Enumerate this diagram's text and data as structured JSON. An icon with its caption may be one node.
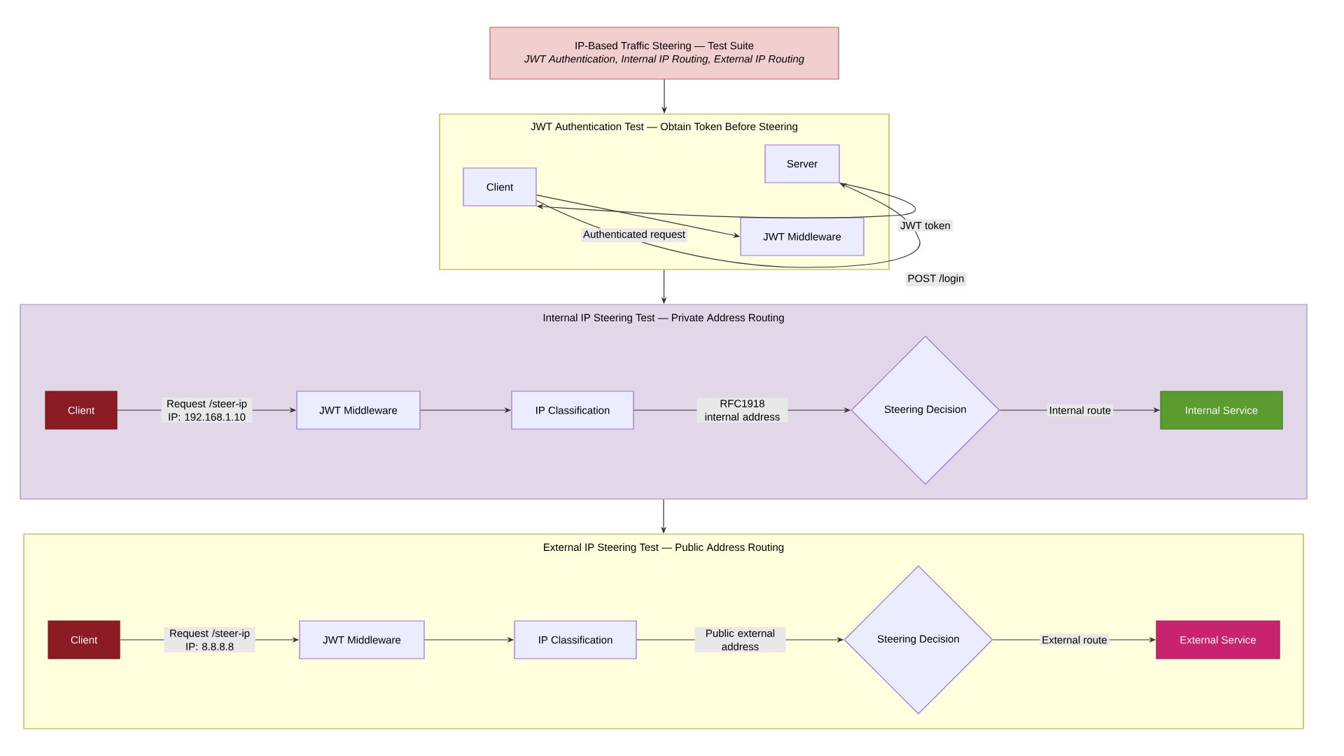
{
  "diagram": {
    "nodes": [
      {
        "text": [
          "IP-Based Traffic Steering — Test Suite",
          "JWT Authentication, Internal IP Routing, External IP Routing"
        ]
      },
      {
        "text": [
          "JWT Authentication Test — Obtain Token Before Steering"
        ]
      },
      {
        "text": [
          "Client"
        ],
        "in": 1
      },
      {
        "text": [
          "Server"
        ],
        "in": 1
      },
      {
        "text": [
          "JWT Middleware"
        ],
        "in": 1
      },
      {
        "text": [
          "Internal IP Steering Test — Private Address Routing"
        ]
      },
      {
        "text": [
          "Client"
        ],
        "in": 5
      },
      {
        "text": [
          "JWT Middleware"
        ],
        "in": 5
      },
      {
        "text": [
          "IP Classification"
        ],
        "in": 5
      },
      {
        "text": [
          "Steering Decision"
        ],
        "in": 5
      },
      {
        "text": [
          "Internal Service"
        ],
        "in": 5
      },
      {
        "text": [
          "External IP Steering Test — Public Address Routing"
        ]
      },
      {
        "text": [
          "Client"
        ],
        "in": 11
      },
      {
        "text": [
          "JWT Middleware"
        ],
        "in": 11
      },
      {
        "text": [
          "IP Classification"
        ],
        "in": 11
      },
      {
        "text": [
          "Steering Decision"
        ],
        "in": 11
      },
      {
        "text": [
          "External Service"
        ],
        "in": 11
      }
    ],
    "edges": [
      {
        "from": 0,
        "to": 1,
        "arrow": "to"
      },
      {
        "from": 2,
        "to": 3,
        "arrow": "to",
        "label": "POST /login"
      },
      {
        "from": 3,
        "to": 2,
        "arrow": "to",
        "label": "JWT token"
      },
      {
        "from": 2,
        "to": 4,
        "arrow": "to",
        "label": "Authenticated request"
      },
      {
        "from": 1,
        "to": 5,
        "arrow": "to"
      },
      {
        "from": 6,
        "to": 7,
        "arrow": "to",
        "label": "Request /steer-ip IP: 192.168.1.10"
      },
      {
        "from": 7,
        "to": 8,
        "arrow": "to"
      },
      {
        "from": 8,
        "to": 9,
        "arrow": "to",
        "label": "RFC1918 internal address"
      },
      {
        "from": 9,
        "to": 10,
        "arrow": "to",
        "label": "Internal route"
      },
      {
        "from": 5,
        "to": 11,
        "arrow": "to"
      },
      {
        "from": 12,
        "to": 13,
        "arrow": "to",
        "label": "Request /steer-ip IP: 8.8.8.8"
      },
      {
        "from": 13,
        "to": 14,
        "arrow": "to"
      },
      {
        "from": 14,
        "to": 15,
        "arrow": "to",
        "label": "Public external address"
      },
      {
        "from": 15,
        "to": 16,
        "arrow": "to",
        "label": "External route"
      }
    ]
  }
}
